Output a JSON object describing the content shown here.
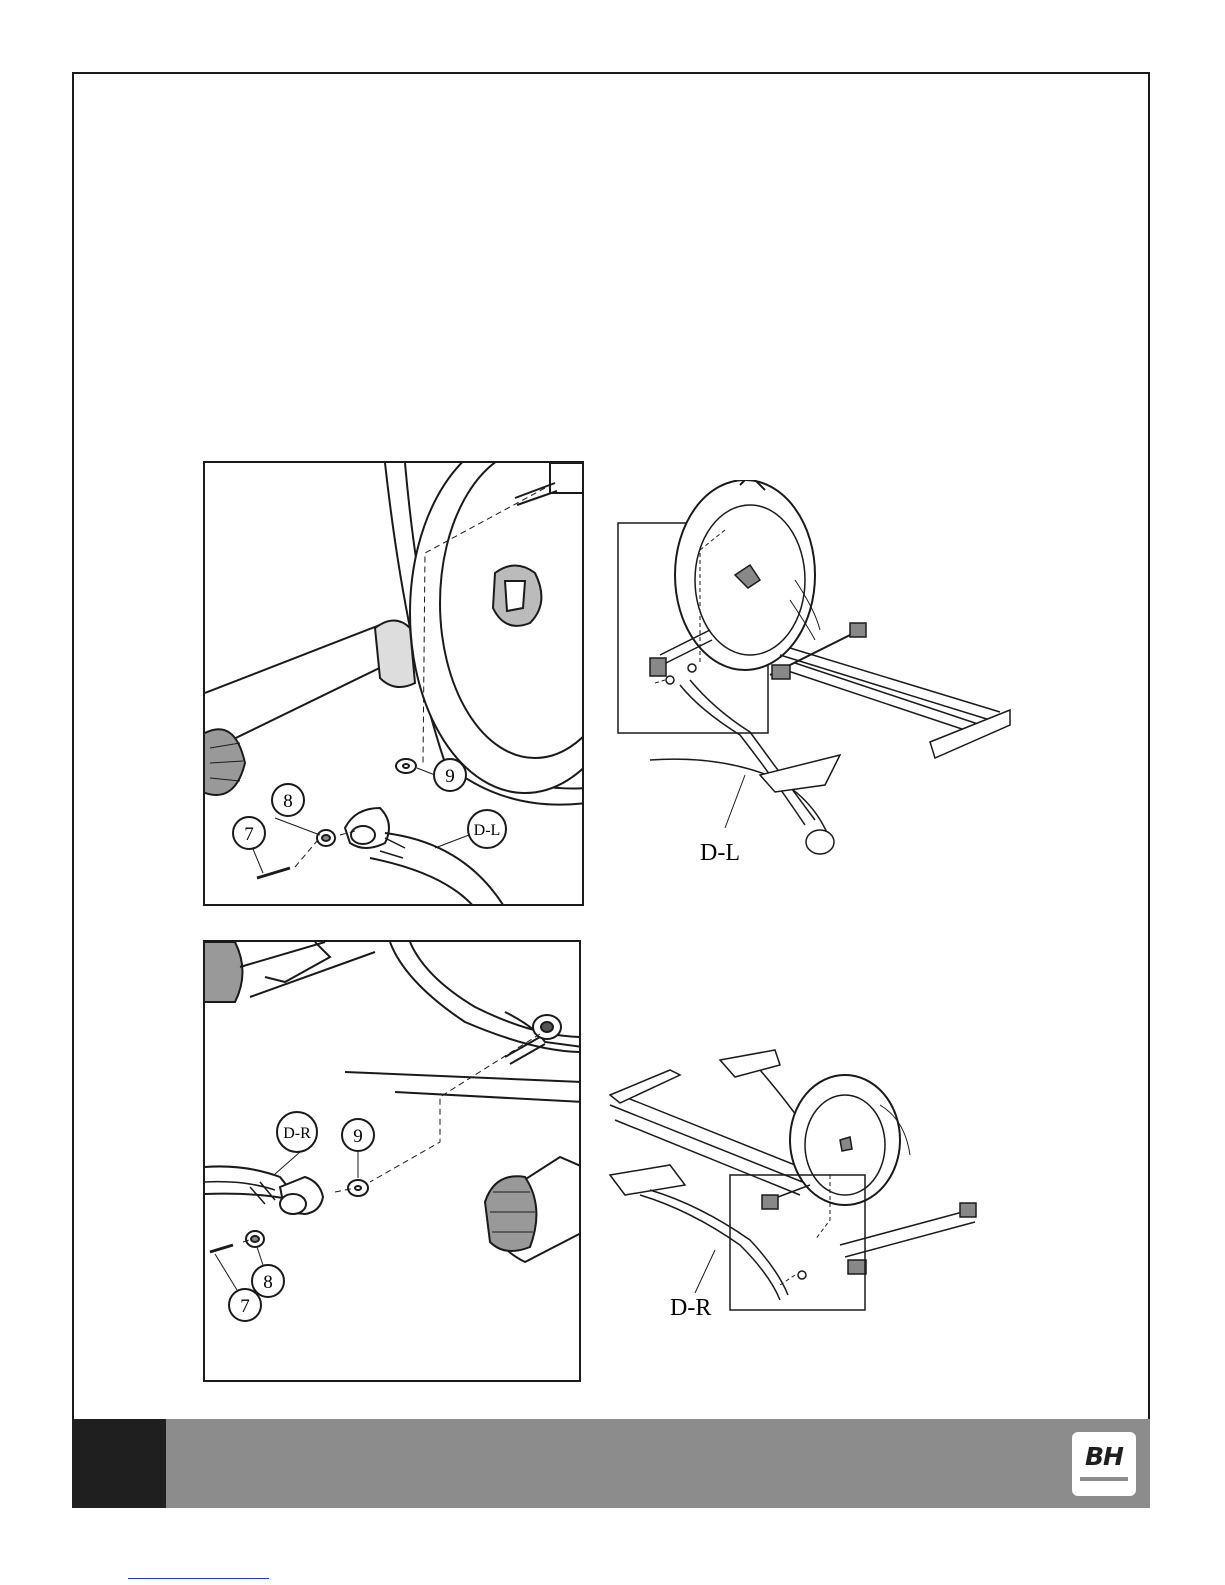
{
  "callouts": {
    "d_l_detail": {
      "c7": "7",
      "c8": "8",
      "c9": "9",
      "part": "D-L"
    },
    "d_l_overview": {
      "part": "D-L"
    },
    "d_r_detail": {
      "c7": "7",
      "c8": "8",
      "c9": "9",
      "part": "D-R"
    },
    "d_r_overview": {
      "part": "D-R"
    }
  },
  "footer": {
    "logo_text": "BH"
  },
  "colors": {
    "line": "#1a1a1a",
    "footer_dark": "#1f1f1f",
    "footer_gray": "#8c8c8c"
  }
}
